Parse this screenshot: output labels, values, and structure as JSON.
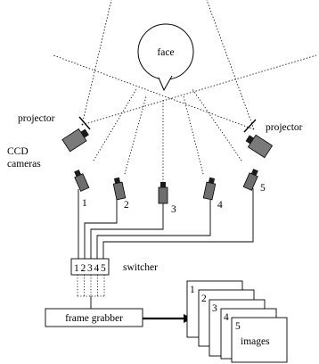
{
  "labels": {
    "face": "face",
    "projector_left": "projector",
    "projector_right": "projector",
    "ccd_line1": "CCD",
    "ccd_line2": "cameras",
    "switcher": "switcher",
    "frame_grabber": "frame grabber",
    "images": "images"
  },
  "camera_numbers": [
    "1",
    "2",
    "3",
    "4",
    "5"
  ],
  "switcher_inputs": [
    "1",
    "2",
    "3",
    "4",
    "5"
  ],
  "image_numbers": [
    "1",
    "2",
    "3",
    "4",
    "5"
  ],
  "colors": {
    "projector_fill": "#7a7a7a",
    "camera_fill": "#6e6e6e",
    "lens_fill": "#1a1a1a",
    "line": "#000000"
  }
}
